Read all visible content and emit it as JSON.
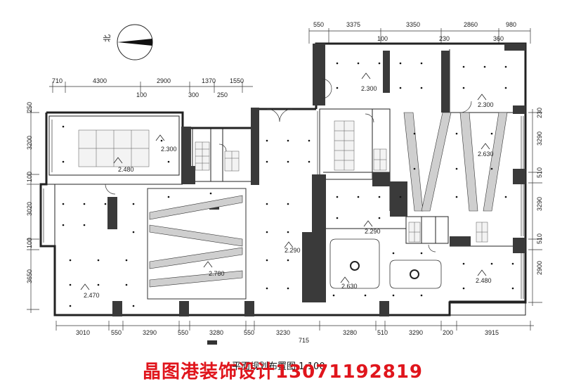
{
  "drawing": {
    "title": "平面规划布置图 1:100",
    "north_label": "北"
  },
  "watermark": {
    "text": "晶图港装饰设计13071192819"
  },
  "dimensions": {
    "top_right": [
      "550",
      "3375",
      "3350",
      "2860",
      "980"
    ],
    "top_right_sub": [
      "100",
      "230",
      "360"
    ],
    "top_left": [
      "710",
      "4300",
      "2900",
      "1370",
      "1550"
    ],
    "top_left_sub": [
      "100",
      "300",
      "250"
    ],
    "left": [
      "250",
      "3200",
      "100",
      "3020",
      "100",
      "3650"
    ],
    "right": [
      "230",
      "3290",
      "510",
      "3290",
      "510",
      "2900"
    ],
    "bottom": [
      "3010",
      "550",
      "3290",
      "550",
      "3280",
      "550",
      "3230",
      "3280",
      "510",
      "3290",
      "200",
      "3915"
    ],
    "bottom_sub": [
      "715"
    ]
  },
  "ceiling_heights": [
    "2.300",
    "2.300",
    "2.300",
    "2.480",
    "2.630",
    "2.290",
    "2.290",
    "2.780",
    "2.470",
    "2.630",
    "2.480"
  ]
}
